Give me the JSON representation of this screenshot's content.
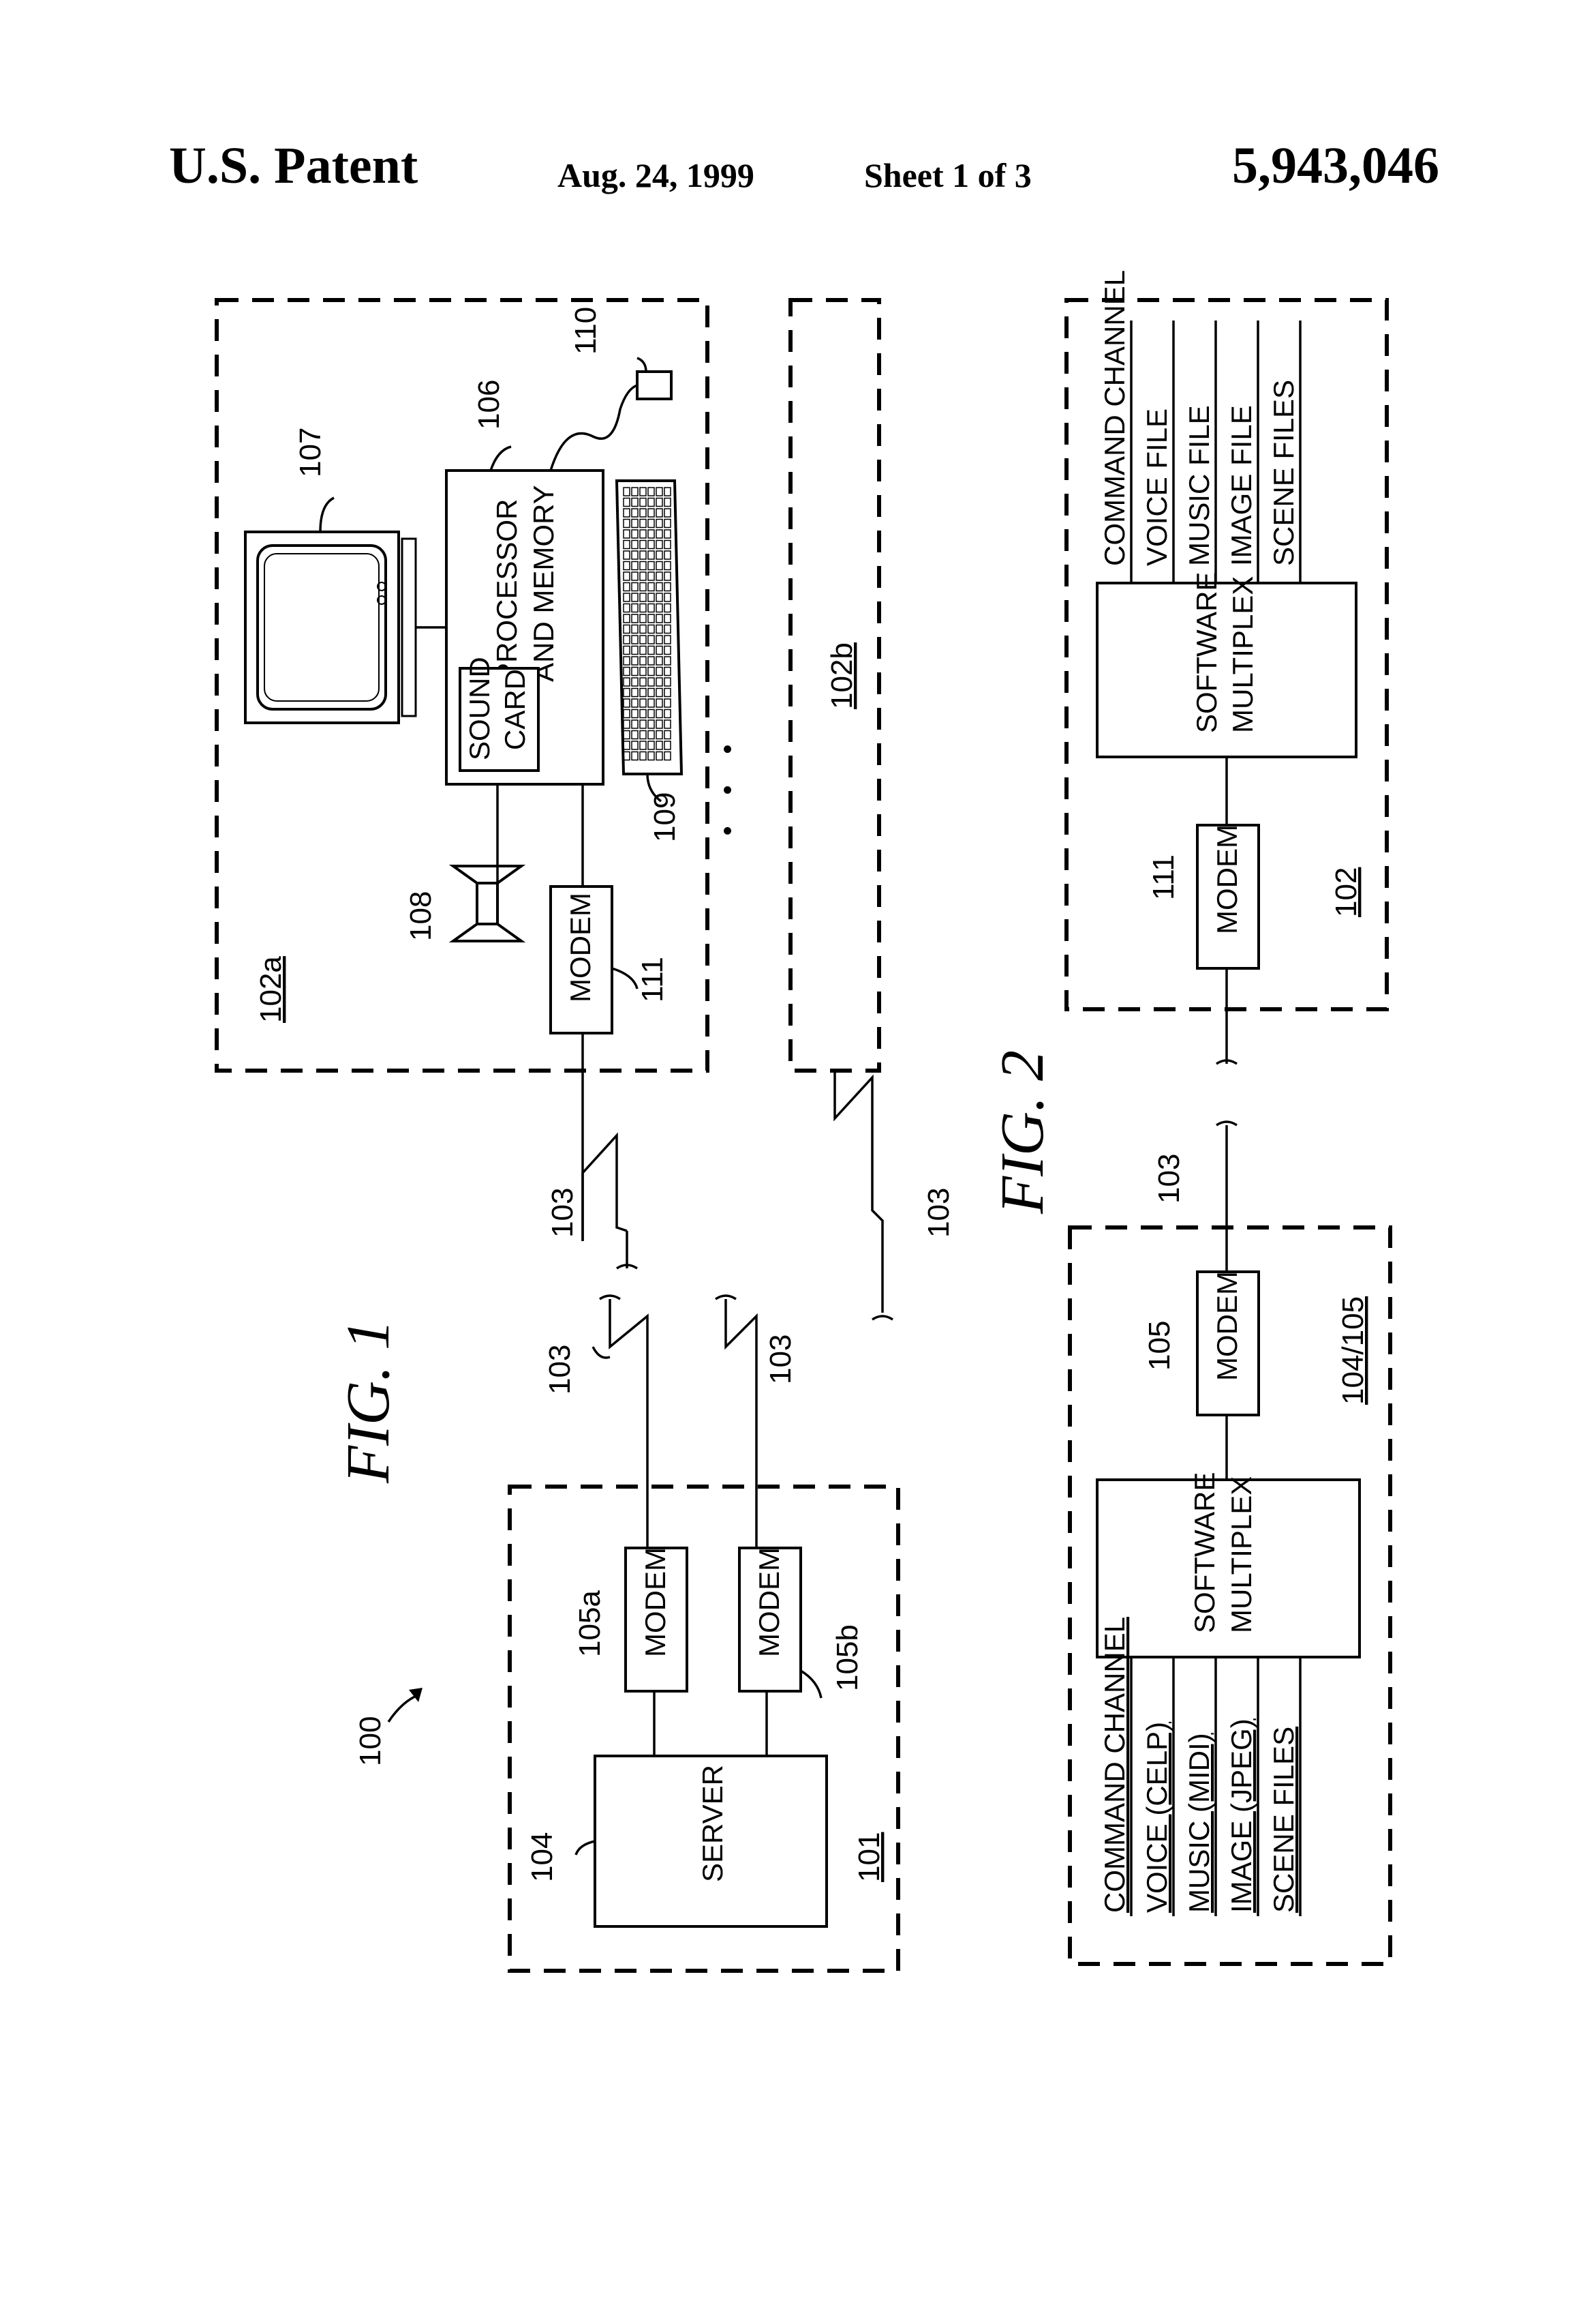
{
  "header": {
    "left": "U.S. Patent",
    "date": "Aug. 24, 1999",
    "sheet": "Sheet 1 of 3",
    "number": "5,943,046"
  },
  "fig1": {
    "caption": "FIG. 1",
    "system_ref": "100",
    "server_site_ref": "101",
    "server_label": "SERVER",
    "server_ref": "104",
    "modem_a_label": "MODEM",
    "modem_a_ref": "105a",
    "modem_b_label": "MODEM",
    "modem_b_ref": "105b",
    "link_ref": "103",
    "client_a_ref": "102a",
    "client_b_ref": "102b",
    "processor_label": "PROCESSOR AND MEMORY",
    "processor_line1": "PROCESSOR",
    "processor_line2": "AND MEMORY",
    "processor_ref": "106",
    "sound_card_line1": "SOUND",
    "sound_card_line2": "CARD",
    "monitor_ref": "107",
    "speaker_ref": "108",
    "keyboard_ref": "109",
    "mouse_ref": "110",
    "client_modem_label": "MODEM",
    "client_modem_ref": "111",
    "ellipsis": "• • •"
  },
  "fig2": {
    "caption": "FIG. 2",
    "server_ref": "104/105",
    "server_mux_line1": "SOFTWARE",
    "server_mux_line2": "MULTIPLEX",
    "server_modem_label": "MODEM",
    "server_modem_ref": "105",
    "link_ref": "103",
    "server_channels": [
      "COMMAND CHANNEL",
      "VOICE (CELP)",
      "MUSIC (MIDI)",
      "IMAGE (JPEG)",
      "SCENE FILES"
    ],
    "client_ref": "102",
    "client_mux_line1": "SOFTWARE",
    "client_mux_line2": "MULTIPLEX",
    "client_modem_label": "MODEM",
    "client_modem_ref": "111",
    "client_channels": [
      "COMMAND CHANNEL",
      "VOICE FILE",
      "MUSIC FILE",
      "IMAGE FILE",
      "SCENE FILES"
    ]
  }
}
